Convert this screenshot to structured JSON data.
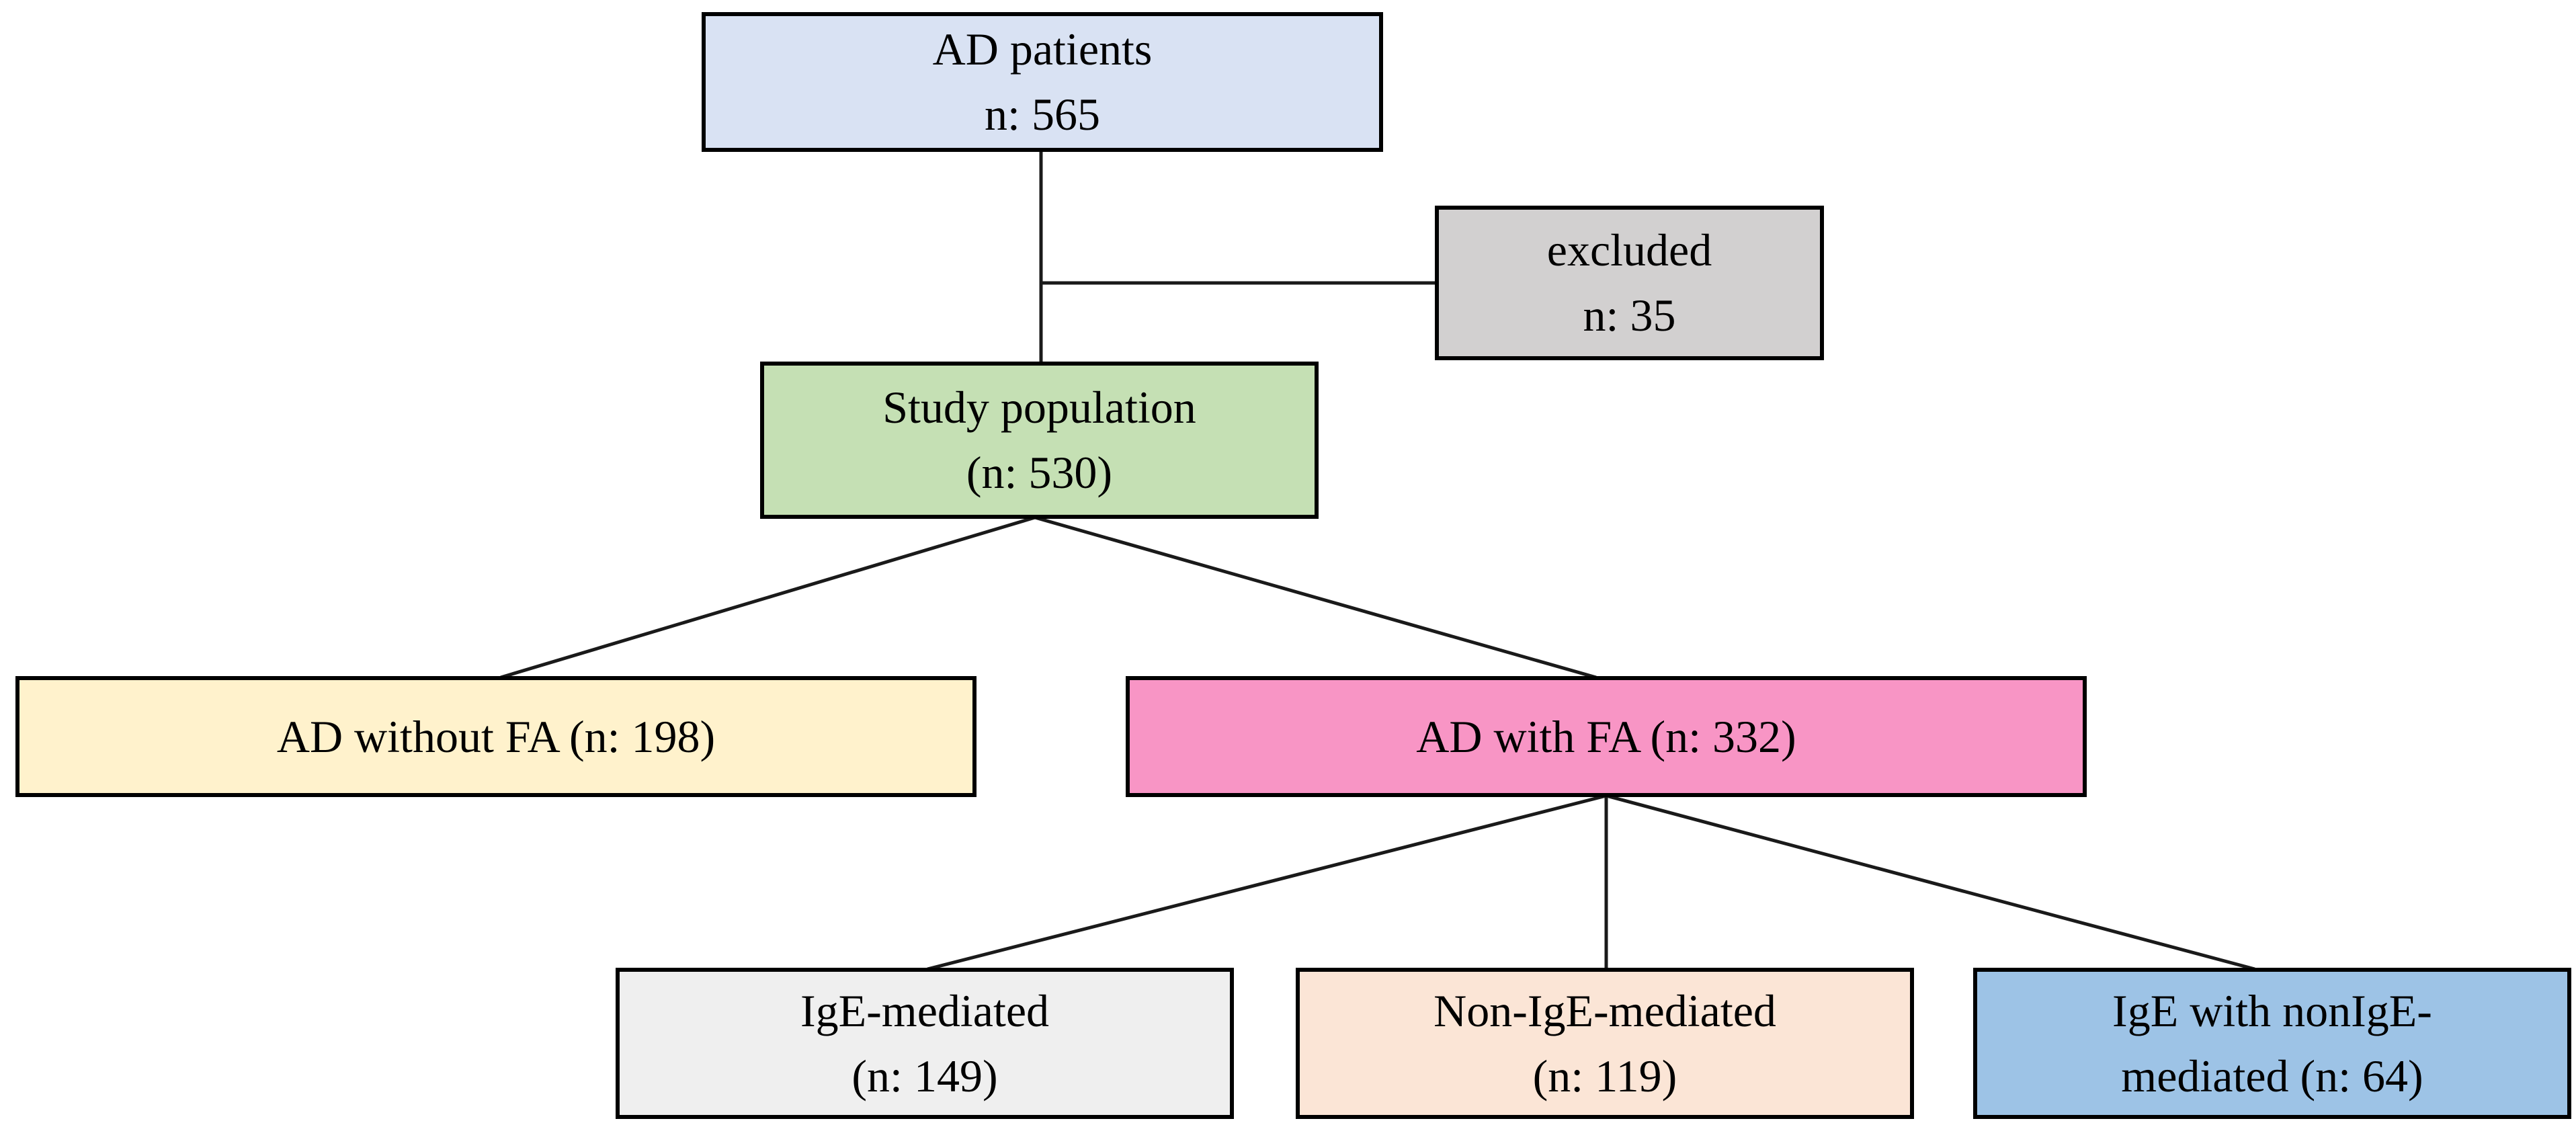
{
  "diagram": {
    "connector_color": "#1a1a1a",
    "border_color": "#000000",
    "text_color": "#000000",
    "nodes": {
      "ad_patients": {
        "label": "AD patients\nn: 565",
        "color": "#d9e2f3"
      },
      "excluded": {
        "label": "excluded\nn: 35",
        "color": "#d2d0d0"
      },
      "study_population": {
        "label": "Study population\n(n: 530)",
        "color": "#c5e0b4"
      },
      "ad_without_fa": {
        "label": "AD without FA (n: 198)",
        "color": "#fff2cc"
      },
      "ad_with_fa": {
        "label": "AD with FA (n: 332)",
        "color": "#f895c5"
      },
      "ige_mediated": {
        "label": "IgE-mediated\n(n: 149)",
        "color": "#efefef"
      },
      "non_ige_mediated": {
        "label": "Non-IgE-mediated\n(n: 119)",
        "color": "#fbe5d6"
      },
      "ige_with_nonige": {
        "label": "IgE with nonIgE-\nmediated (n: 64)",
        "color": "#9dc3e6"
      }
    }
  }
}
